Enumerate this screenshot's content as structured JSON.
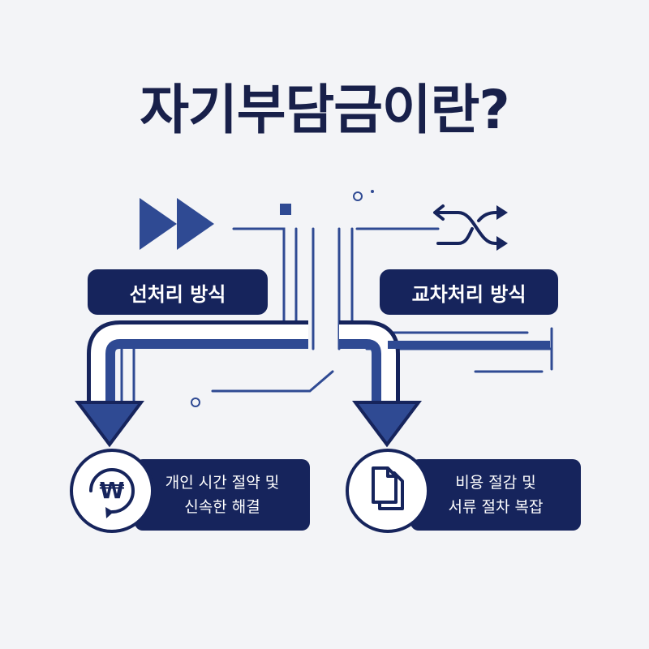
{
  "title": "자기부담금이란?",
  "left_branch": {
    "label": "선처리 방식",
    "result_line1": "개인 시간 절약 및",
    "result_line2": "신속한 해결",
    "icon": "won-refresh-icon"
  },
  "right_branch": {
    "label": "교차처리 방식",
    "result_line1": "비용 절감 및",
    "result_line2": "서류 절차 복잡",
    "icon": "document-stack-icon"
  },
  "icons": {
    "left_top": "fast-forward-icon",
    "right_top": "shuffle-arrows-icon"
  },
  "colors": {
    "navy": "#16245c",
    "arrow_blue": "#2f4a93",
    "background": "#f3f4f7"
  },
  "glyphs": {
    "won": "₩"
  }
}
